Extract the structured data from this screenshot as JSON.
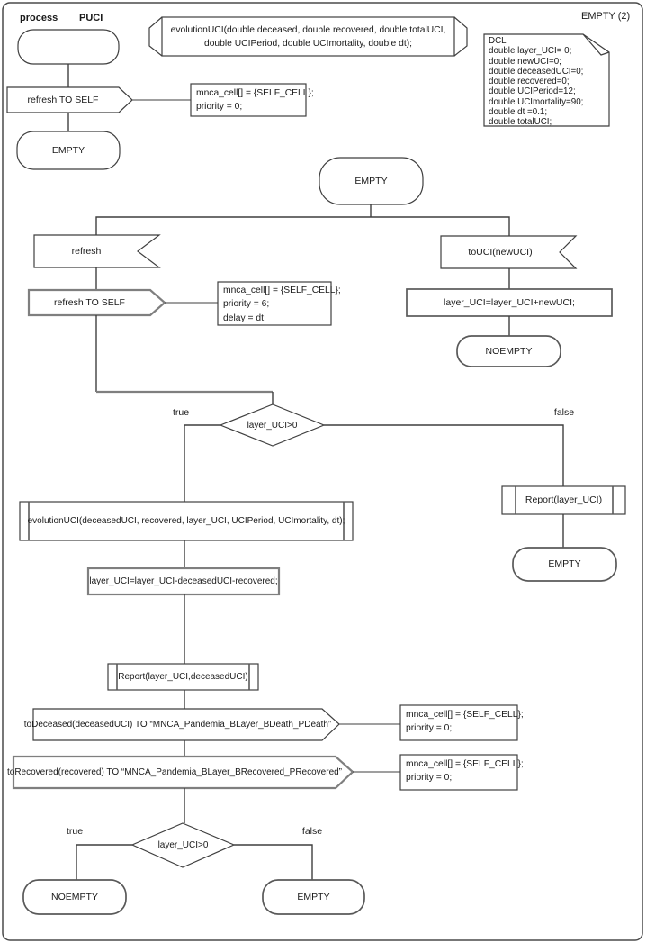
{
  "page": {
    "title_keyword": "process",
    "title_name": "PUCI",
    "page_label": "EMPTY (2)"
  },
  "signature_note": {
    "line1": "evolutionUCI(double deceased, double recovered, double totalUCI,",
    "line2": "double UCIPeriod, double UCImortality, double dt);"
  },
  "dcl_note": {
    "lines": [
      "DCL",
      "double layer_UCI= 0;",
      "double newUCI=0;",
      "double deceasedUCI=0;",
      "double recovered=0;",
      "double UCIPeriod=12;",
      "double UCImortality=90;",
      "double dt =0.1;",
      "double totalUCI;"
    ]
  },
  "start_flow": {
    "output_refresh_self": "refresh TO SELF",
    "comment": {
      "line1": "mnca_cell[] = {SELF_CELL};",
      "line2": "priority = 0;"
    },
    "state_empty": "EMPTY"
  },
  "main_flow": {
    "state_empty_top": "EMPTY",
    "input_refresh": "refresh",
    "output_refresh_self": "refresh TO SELF",
    "comment_refresh": {
      "line1": "mnca_cell[] = {SELF_CELL};",
      "line2": "priority = 6;",
      "line3": "delay = dt;"
    },
    "input_touci": "toUCI(newUCI)",
    "task_add": "layer_UCI=layer_UCI+newUCI;",
    "state_noempty": "NOEMPTY",
    "decision1": {
      "condition": "layer_UCI>0",
      "true_label": "true",
      "false_label": "false"
    },
    "proc_report_layer": "Report(layer_UCI)",
    "state_empty_right": "EMPTY",
    "proc_evolution": "evolutionUCI(deceasedUCI, recovered, layer_UCI, UCIPeriod, UCImortality, dt);",
    "task_subtract": "layer_UCI=layer_UCI-deceasedUCI-recovered;",
    "proc_report_deceased": "Report(layer_UCI,deceasedUCI)",
    "output_todeceased": "toDeceased(deceasedUCI) TO “MNCA_Pandemia_BLayer_BDeath_PDeath”",
    "comment_deceased": {
      "line1": "mnca_cell[] = {SELF_CELL};",
      "line2": "priority = 0;"
    },
    "output_torecovered": "toRecovered(recovered) TO “MNCA_Pandemia_BLayer_BRecovered_PRecovered”",
    "comment_recovered": {
      "line1": "mnca_cell[] = {SELF_CELL};",
      "line2": "priority = 0;"
    },
    "decision2": {
      "condition": "layer_UCI>0",
      "true_label": "true",
      "false_label": "false"
    },
    "state_noempty_bottom": "NOEMPTY",
    "state_empty_bottom": "EMPTY"
  }
}
